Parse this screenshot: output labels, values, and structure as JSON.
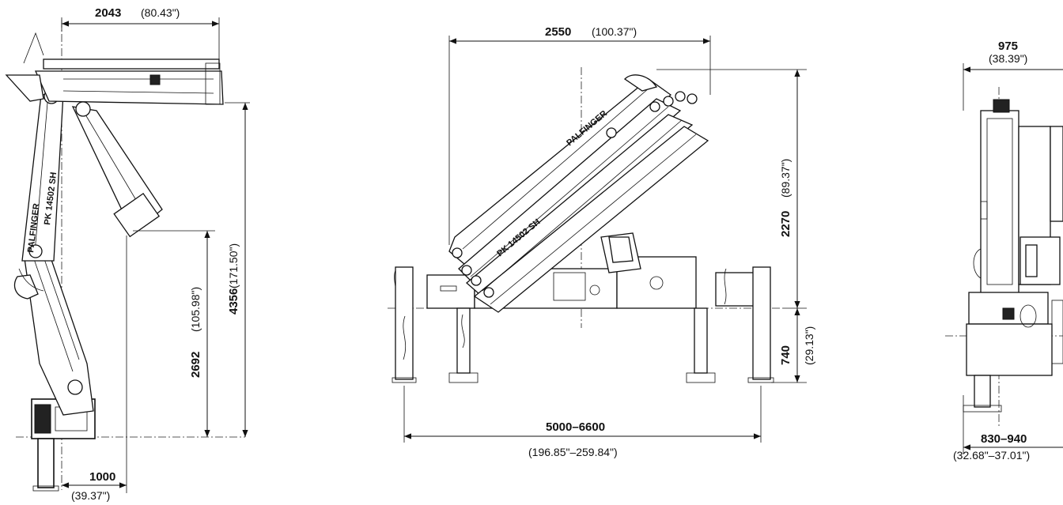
{
  "side_view": {
    "reach_width": {
      "mm": "2043",
      "in": "(80.43\")"
    },
    "total_height": {
      "mm": "4356",
      "in": "(171.50\")"
    },
    "lower_height": {
      "mm": "2692",
      "in": "(105.98\")"
    },
    "base_offset": {
      "mm": "1000",
      "in": "(39.37\")"
    },
    "crane_label": "PK 14502 SH",
    "brand_label": "PALFINGER"
  },
  "front_view": {
    "boom_reach": {
      "mm": "2550",
      "in": "(100.37\")"
    },
    "crane_height": {
      "mm": "2270",
      "in": "(89.37\")"
    },
    "leg_height": {
      "mm": "740",
      "in": "(29.13\")"
    },
    "outrigger_span": {
      "mm": "5000–6600",
      "in": "(196.85\"–259.84\")"
    },
    "crane_label": "PK 14502 SH",
    "brand_label": "PALFINGER"
  },
  "rear_view": {
    "width": {
      "mm": "975",
      "in": "(38.39\")"
    },
    "base_width": {
      "mm": "830–940",
      "in": "(32.68\"–37.01\")"
    }
  }
}
